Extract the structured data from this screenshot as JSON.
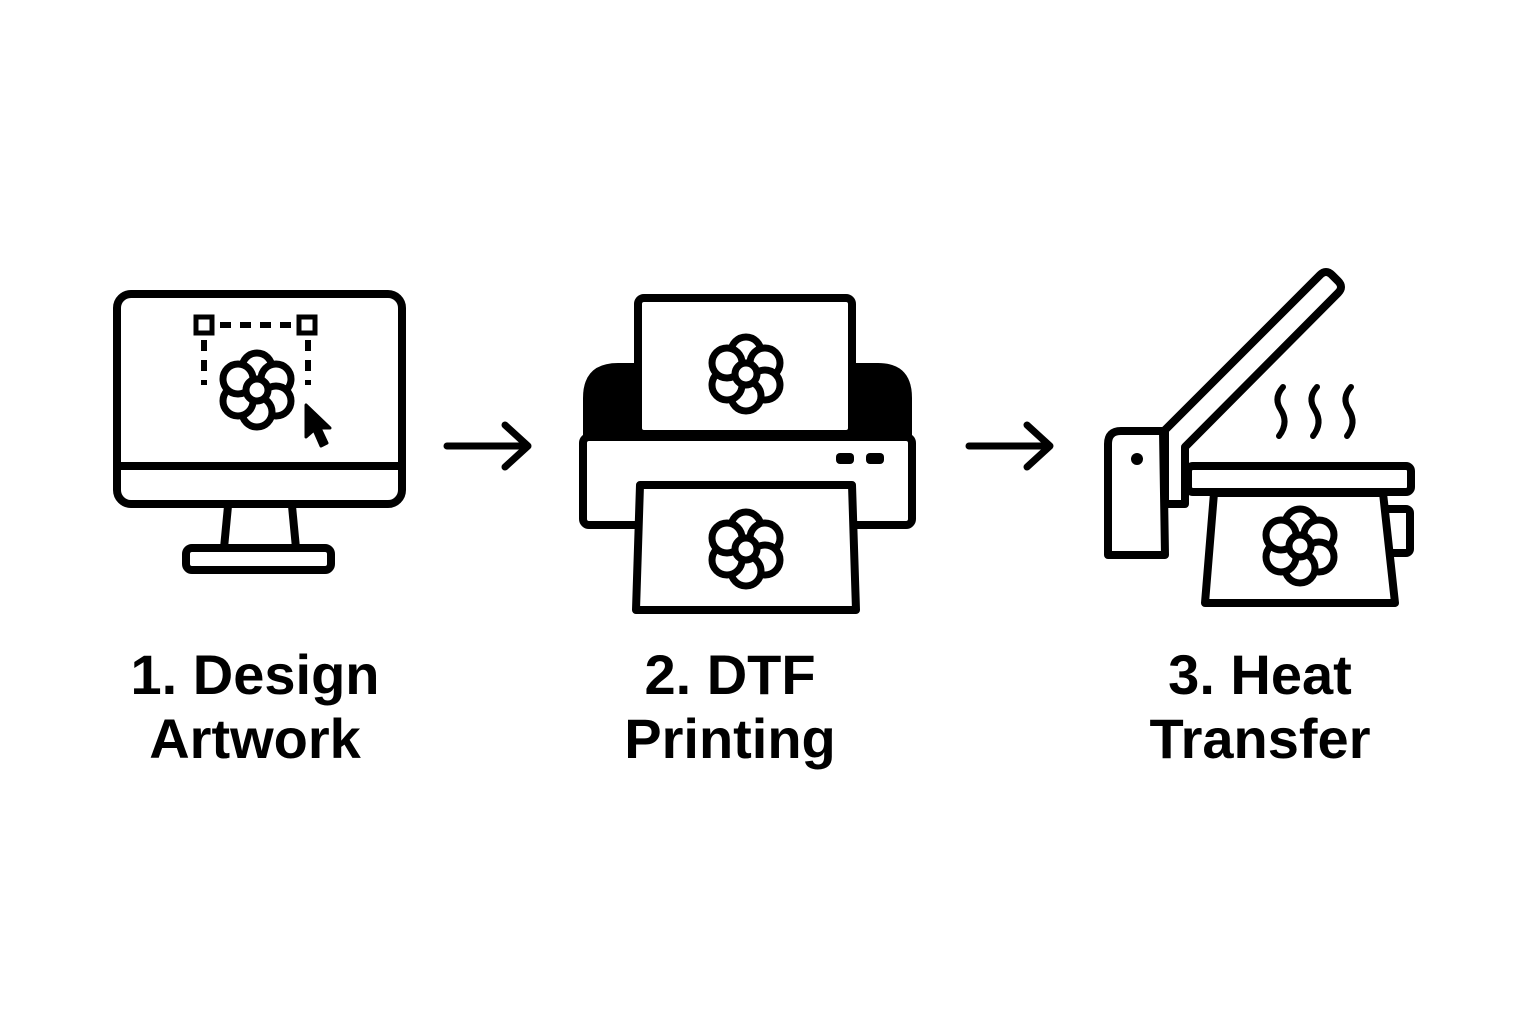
{
  "steps": [
    {
      "line1": "1. Design",
      "line2": "Artwork",
      "icon": "computer-monitor-icon"
    },
    {
      "line1": "2. DTF",
      "line2": "Printing",
      "icon": "printer-icon"
    },
    {
      "line1": "3. Heat",
      "line2": "Transfer",
      "icon": "heat-press-icon"
    }
  ],
  "colors": {
    "ink": "#000000",
    "background": "#ffffff"
  }
}
